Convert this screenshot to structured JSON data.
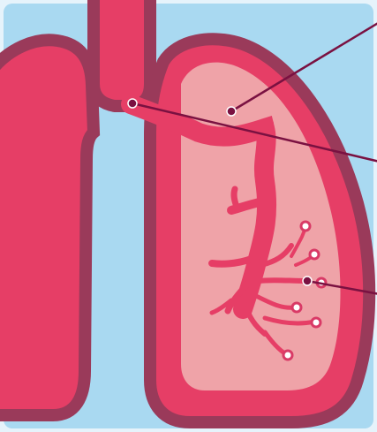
{
  "diagram": {
    "subject": "lungs",
    "labels": [],
    "colors": {
      "background": "#A9D9F1",
      "frame": "#E6F3FB",
      "lung_outline": "#9A3A5A",
      "lung_fill": "#E63E66",
      "lung_inner": "#EFA3A8",
      "bronchi": "#E63E66",
      "leader_line": "#7A1141",
      "leader_dot": "#7A1141",
      "alveoli_outline": "#D93A66",
      "alveoli_fill": "#FFFFFF"
    },
    "callouts": [
      {
        "target": "lung-inner-tissue"
      },
      {
        "target": "trachea-junction"
      },
      {
        "target": "alveoli-branches"
      }
    ]
  }
}
